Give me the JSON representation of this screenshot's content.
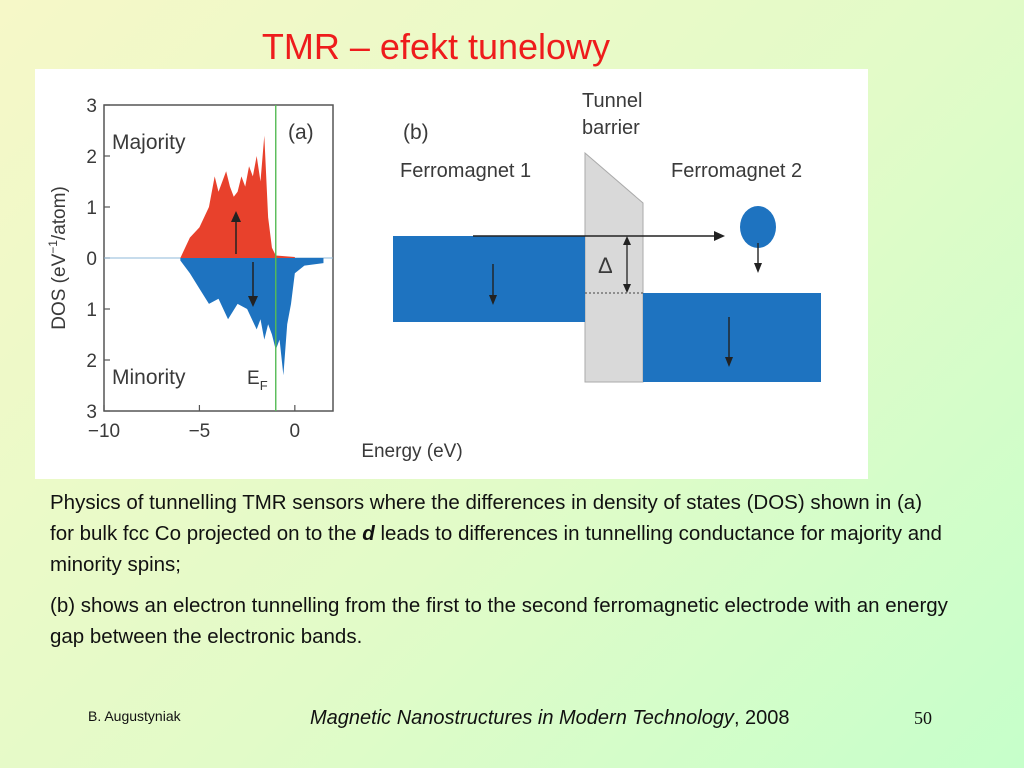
{
  "slide": {
    "title": "TMR – efekt tunelowy",
    "author": "B. Augustyniak",
    "page_number": "50",
    "citation": {
      "title": "Magnetic Nanostructures in Modern Technology",
      "year": ", 2008"
    }
  },
  "caption": {
    "p1_before": "Physics of tunnelling TMR sensors where the differences in density of states (DOS) shown in (a) for bulk fcc Co projected on to the ",
    "p1_emph": "d",
    "p1_after": " leads to differences in tunnelling conductance for majority and minority spins;",
    "p2": "(b) shows an electron tunnelling from the first to the second ferromagnetic electrode with an energy gap  between the electronic bands."
  },
  "figure": {
    "colors": {
      "majority": "#e8412c",
      "minority": "#1e73c0",
      "barrier": "#d9d9d9",
      "fermi_line": "#55bb55"
    },
    "panel_a": {
      "label": "(a)",
      "majority_label": "Majority",
      "minority_label": "Minority",
      "fermi_label": "E",
      "fermi_subscript": "F",
      "ylabel_pre": "DOS (eV",
      "ylabel_sup": "−1",
      "ylabel_post": "/atom)",
      "xlabel": "Energy (eV)",
      "xticks": [
        "−10",
        "−5",
        "0"
      ],
      "yticks": [
        "3",
        "2",
        "1",
        "0",
        "1",
        "2",
        "3"
      ]
    },
    "panel_b": {
      "label": "(b)",
      "barrier_line1": "Tunnel",
      "barrier_line2": "barrier",
      "fm1": "Ferromagnet 1",
      "fm2": "Ferromagnet 2",
      "gap_symbol": "Δ"
    }
  },
  "chart_data": {
    "type": "area",
    "title": "",
    "xlabel": "Energy (eV)",
    "ylabel": "DOS (eV−1/atom)",
    "xlim": [
      -10,
      2
    ],
    "ylim": [
      -3,
      3
    ],
    "fermi_level": -1.0,
    "series": [
      {
        "name": "Majority",
        "x": [
          -6,
          -5.5,
          -5,
          -4.5,
          -4.2,
          -4,
          -3.6,
          -3.4,
          -3.2,
          -3,
          -2.8,
          -2.6,
          -2.4,
          -2.2,
          -2.0,
          -1.8,
          -1.6,
          -1.4,
          -1.2,
          -1.0,
          0
        ],
        "values": [
          0,
          0.4,
          0.6,
          1.0,
          1.6,
          1.3,
          1.7,
          1.4,
          1.2,
          1.3,
          1.6,
          1.4,
          1.8,
          1.6,
          2.0,
          1.5,
          2.4,
          0.8,
          0.2,
          0.05,
          0.02
        ]
      },
      {
        "name": "Minority",
        "x": [
          -6,
          -5.5,
          -5,
          -4.5,
          -4,
          -3.5,
          -3,
          -2.5,
          -2,
          -1.8,
          -1.6,
          -1.4,
          -1.2,
          -1.0,
          -0.8,
          -0.6,
          -0.4,
          -0.2,
          0,
          0.5,
          1.5
        ],
        "values": [
          -0.05,
          -0.3,
          -0.6,
          -0.9,
          -0.8,
          -1.2,
          -0.9,
          -1.0,
          -1.4,
          -1.2,
          -1.6,
          -1.3,
          -1.5,
          -1.8,
          -1.6,
          -2.3,
          -1.3,
          -0.9,
          -0.3,
          -0.15,
          -0.1
        ]
      }
    ]
  }
}
